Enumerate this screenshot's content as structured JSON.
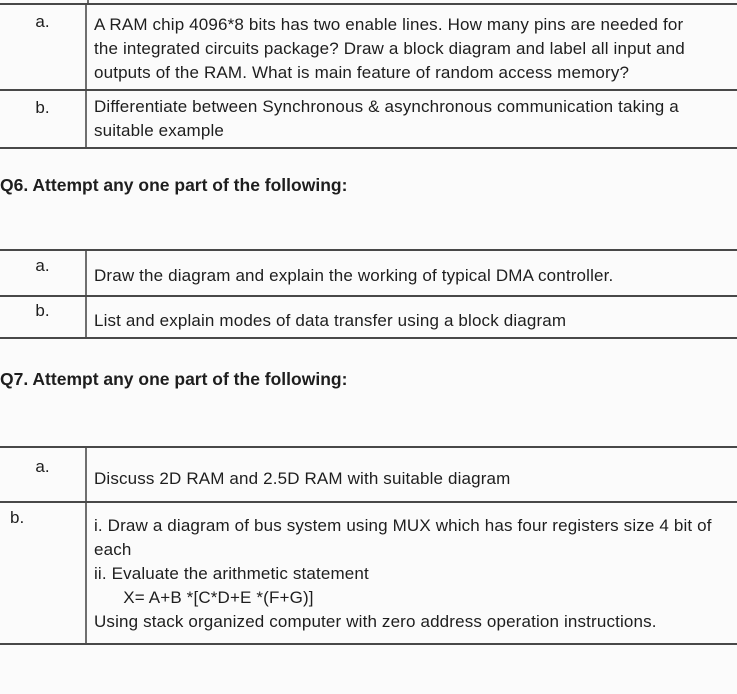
{
  "colors": {
    "page_background": "#fbfbfb",
    "text": "#1e1e1e",
    "horizontal_rule": "#484848",
    "vertical_rule": "#6f6f6f"
  },
  "top_table": {
    "rows": [
      {
        "label": "a.",
        "text": "A RAM chip 4096*8 bits has two enable lines. How many pins are needed for\nthe integrated circuits package? Draw a block diagram and label all input and\noutputs of the RAM. What is main feature of random access memory?"
      },
      {
        "label": "b.",
        "text": "Differentiate between Synchronous & asynchronous communication taking a\nsuitable example"
      }
    ]
  },
  "q6": {
    "heading": "Q6. Attempt any one part of the following:",
    "table": {
      "rows": [
        {
          "label": "a.",
          "text": "Draw the diagram and explain the working of typical DMA controller."
        },
        {
          "label": "b.",
          "text": "List and explain modes of data transfer using a block diagram"
        }
      ]
    }
  },
  "q7": {
    "heading": "Q7. Attempt any one part of the following:",
    "table": {
      "rows": [
        {
          "label": "a.",
          "text": "Discuss 2D RAM and 2.5D RAM with suitable diagram"
        },
        {
          "label": "b.",
          "text": "i. Draw a diagram of bus system using MUX which has four registers size 4 bit of\neach\nii. Evaluate the arithmetic statement\n      X= A+B *[C*D+E *(F+G)]\nUsing stack organized computer with zero address operation instructions."
        }
      ]
    }
  }
}
